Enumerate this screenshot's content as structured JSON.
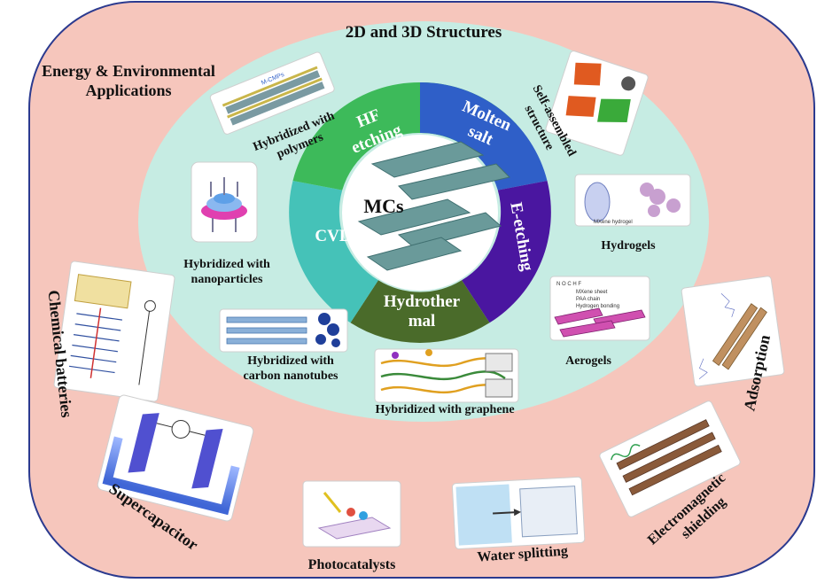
{
  "colors": {
    "outer_bg": "#f6c6bc",
    "outer_border": "#2b3a8f",
    "ellipse_bg": "#c6ece3",
    "hf_etching": "#3dba5a",
    "molten_salt": "#2f5fc8",
    "e_etching": "#4a16a0",
    "hydrothermal": "#4a6b2a",
    "cvd": "#45c2b8",
    "core_label": "#e02020"
  },
  "title": "2D and 3D Structures",
  "outer_label": {
    "line1": "Energy & Environmental",
    "line2": "Applications"
  },
  "core": {
    "label": "MCs"
  },
  "synthesis_methods": [
    {
      "id": "hf",
      "line1": "HF",
      "line2": "etching"
    },
    {
      "id": "molten",
      "line1": "Molten",
      "line2": "salt"
    },
    {
      "id": "e",
      "line1": "E-etching"
    },
    {
      "id": "hydro",
      "line1": "Hydrother",
      "line2": "mal"
    },
    {
      "id": "cvd",
      "line1": "CVD"
    }
  ],
  "structures": {
    "polymers": {
      "line1": "Hybridized with",
      "line2": "polymers",
      "thumb_text": "M-CMPs"
    },
    "nanoparticles": {
      "line1": "Hybridized with",
      "line2": "nanoparticles"
    },
    "cnt": {
      "line1": "Hybridized with",
      "line2": "carbon nanotubes"
    },
    "graphene": {
      "line1": "Hybridized with graphene"
    },
    "self_assembled": {
      "line1": "Self-assembled",
      "line2": "structure"
    },
    "hydrogels": {
      "line1": "Hydrogels",
      "thumb_text": "MXene hydrogel"
    },
    "aerogels": {
      "line1": "Aerogels",
      "legend": [
        "MXene sheet",
        "PAA chain",
        "Hydrogen bonding"
      ],
      "atoms": "N  O  C  H  F"
    }
  },
  "applications": {
    "chemical_batteries": "Chemical batteries",
    "supercapacitor": "Supercapacitor",
    "photocatalysts": "Photocatalysts",
    "water_splitting": "Water splitting",
    "em_shielding": {
      "line1": "Electromagnetic",
      "line2": "shielding"
    },
    "adsorption": "Adsorption"
  }
}
